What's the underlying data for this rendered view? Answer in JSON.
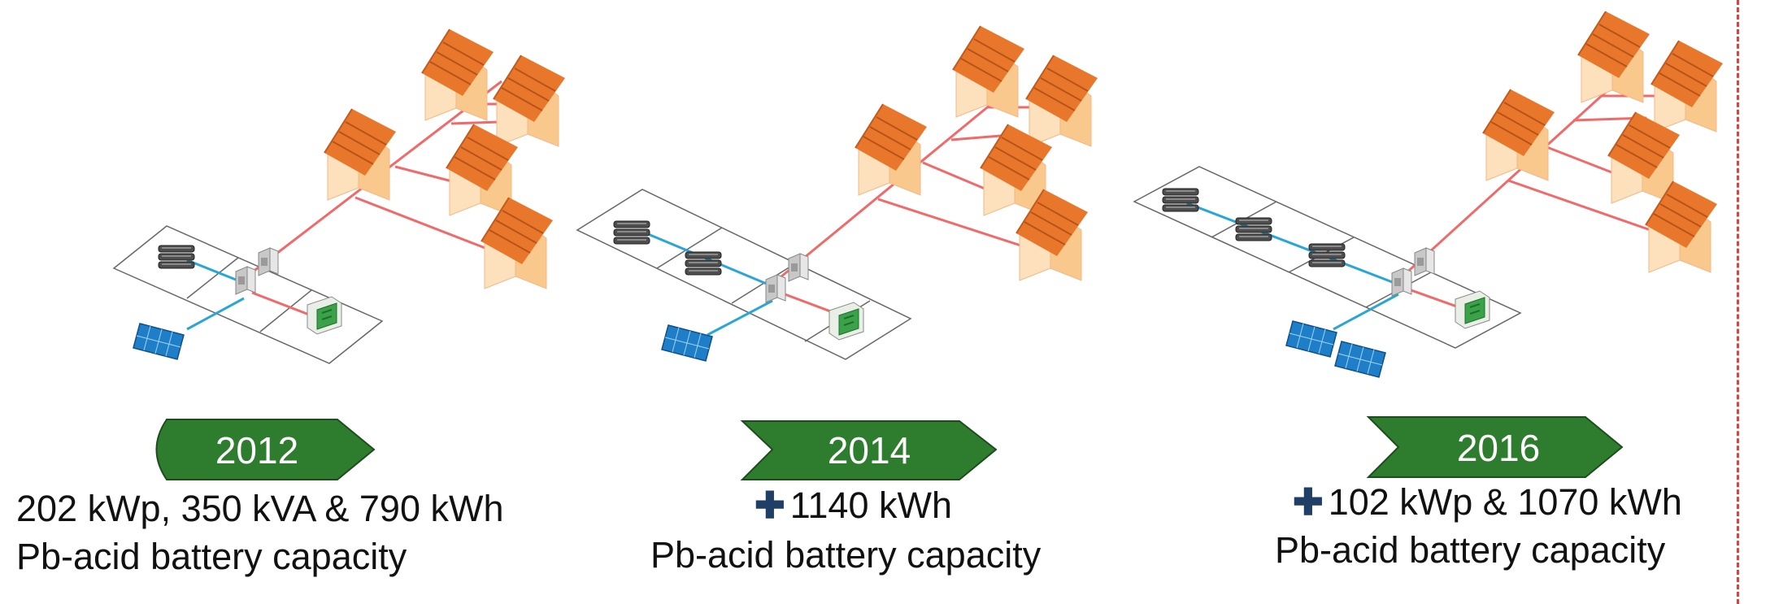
{
  "stages": [
    {
      "year": "2012",
      "line1": "202 kWp, 350 kVA & 790 kWh",
      "line2": "Pb-acid battery capacity",
      "plus": false
    },
    {
      "year": "2014",
      "line1": "1140 kWh",
      "line2": "Pb-acid battery capacity",
      "plus": true
    },
    {
      "year": "2016",
      "line1": "102 kWp & 1070  kWh",
      "line2": "Pb-acid battery capacity",
      "plus": true
    }
  ],
  "plus_symbol": "✚",
  "colors": {
    "grid_line": "#f06a6a",
    "dc_line": "#2aa6d6",
    "arrow_fill": "#2e7d2e",
    "roof": "#e8772b",
    "house_wall": "#fcd7a8",
    "divider": "#d9433f"
  },
  "icons": [
    "house-icon",
    "battery-bank-icon",
    "inverter-icon",
    "generator-icon",
    "solar-panel-icon"
  ]
}
